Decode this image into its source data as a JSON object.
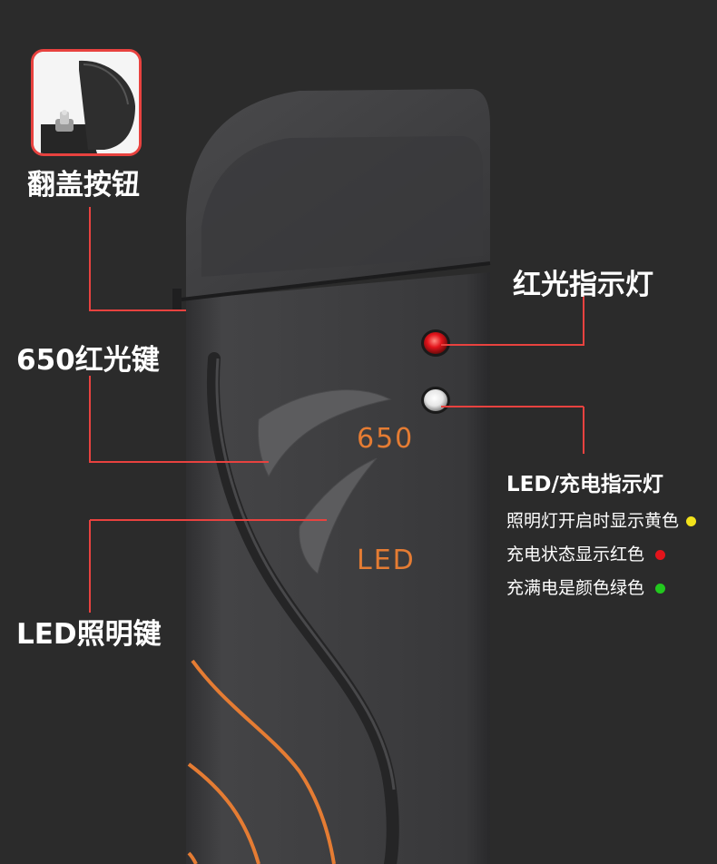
{
  "labels": {
    "flip_cover_button": "翻盖按钮",
    "red_light_indicator": "红光指示灯",
    "red_light_key": "650红光键",
    "led_charge_indicator": "LED/充电指示灯",
    "led_light_key": "LED照明键"
  },
  "device_marks": {
    "key_650": "650",
    "key_led": "LED"
  },
  "indicator_notes": [
    {
      "text": "照明灯开启时显示黄色",
      "color": "#f2e21b"
    },
    {
      "text": "充电状态显示红色",
      "color": "#e3141b"
    },
    {
      "text": "充满电是颜色绿色",
      "color": "#22c81e"
    }
  ],
  "colors": {
    "background": "#2b2b2b",
    "device_body": "#3d3d3f",
    "leader_line": "#e8423f",
    "accent_orange": "#e57c33"
  }
}
